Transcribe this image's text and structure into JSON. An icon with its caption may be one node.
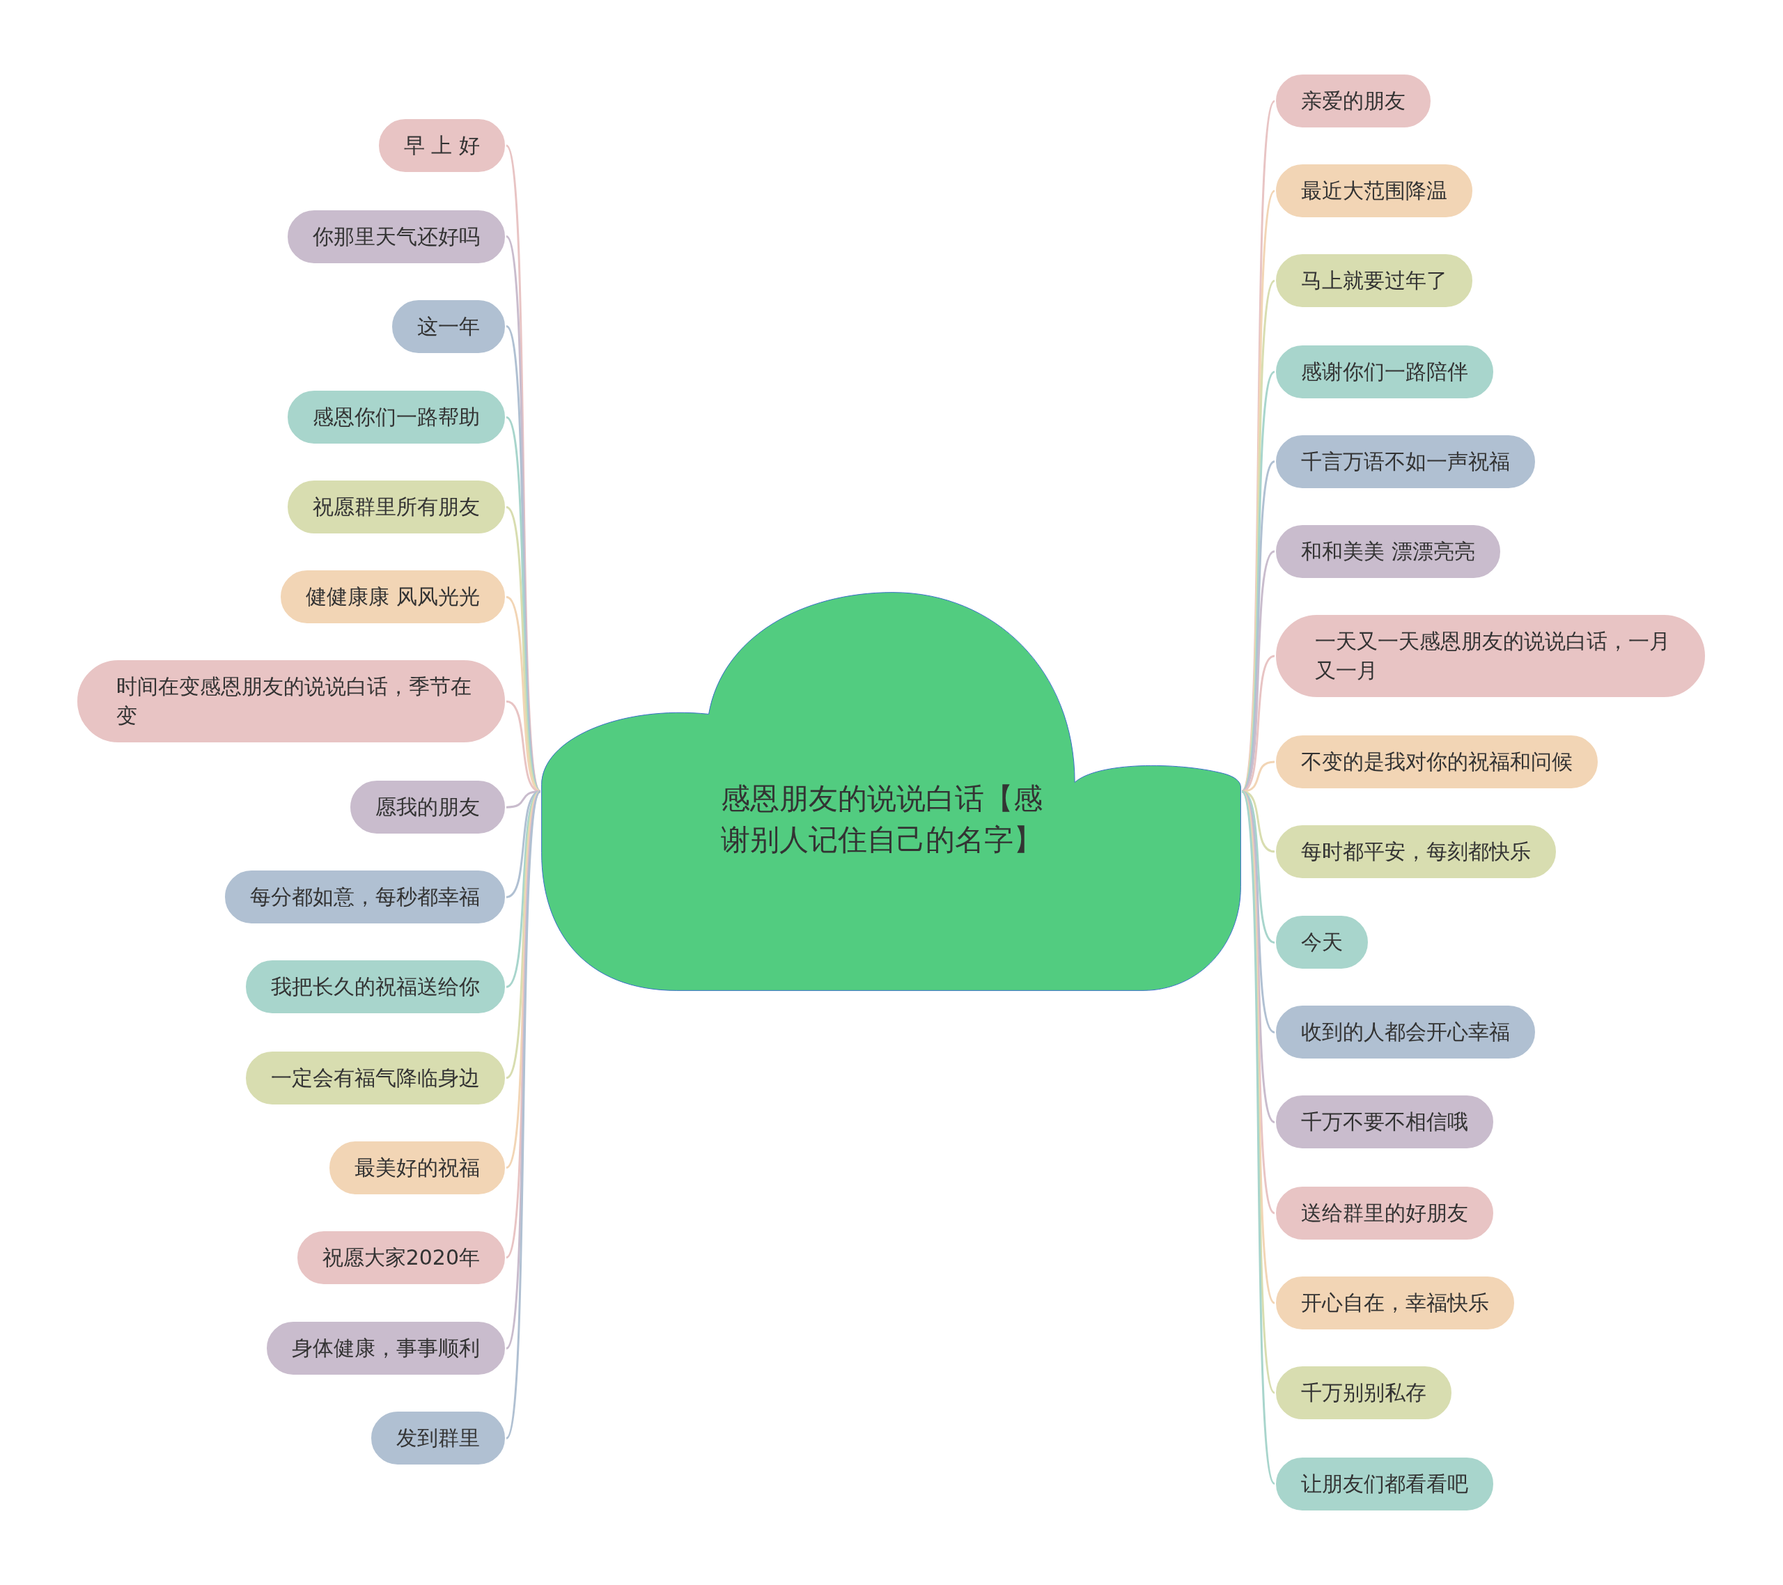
{
  "diagram": {
    "nodes": [
      {
        "text": [
          "感恩朋友的说说白话【感谢别人记住自己的名字】"
        ]
      },
      {
        "text": [
          "早 上 好"
        ]
      },
      {
        "text": [
          "你那里天气还好吗"
        ]
      },
      {
        "text": [
          "这一年"
        ]
      },
      {
        "text": [
          "感恩你们一路帮助"
        ]
      },
      {
        "text": [
          "祝愿群里所有朋友"
        ]
      },
      {
        "text": [
          "健健康康 风风光光"
        ]
      },
      {
        "text": [
          "时间在变感恩朋友的说说白话，季节在变"
        ]
      },
      {
        "text": [
          "愿我的朋友"
        ]
      },
      {
        "text": [
          "每分都如意，每秒都幸福"
        ]
      },
      {
        "text": [
          "我把长久的祝福送给你"
        ]
      },
      {
        "text": [
          "一定会有福气降临身边"
        ]
      },
      {
        "text": [
          "最美好的祝福"
        ]
      },
      {
        "text": [
          "祝愿大家2020年"
        ]
      },
      {
        "text": [
          "身体健康，事事顺利"
        ]
      },
      {
        "text": [
          "发到群里"
        ]
      },
      {
        "text": [
          "亲爱的朋友"
        ]
      },
      {
        "text": [
          "最近大范围降温"
        ]
      },
      {
        "text": [
          "马上就要过年了"
        ]
      },
      {
        "text": [
          "感谢你们一路陪伴"
        ]
      },
      {
        "text": [
          "千言万语不如一声祝福"
        ]
      },
      {
        "text": [
          "和和美美 漂漂亮亮"
        ]
      },
      {
        "text": [
          "一天又一天感恩朋友的说说白话，一月又一月"
        ]
      },
      {
        "text": [
          "不变的是我对你的祝福和问候"
        ]
      },
      {
        "text": [
          "每时都平安，每刻都快乐"
        ]
      },
      {
        "text": [
          "今天"
        ]
      },
      {
        "text": [
          "收到的人都会开心幸福"
        ]
      },
      {
        "text": [
          "千万不要不相信哦"
        ]
      },
      {
        "text": [
          "送给群里的好朋友"
        ]
      },
      {
        "text": [
          "开心自在，幸福快乐"
        ]
      },
      {
        "text": [
          "千万别别私存"
        ]
      },
      {
        "text": [
          "让朋友们都看看吧"
        ]
      }
    ],
    "edges": [
      {
        "from": 0,
        "to": 1,
        "arrow": "none",
        "color": "#e8c4c4"
      },
      {
        "from": 0,
        "to": 2,
        "arrow": "none",
        "color": "#c9bccd"
      },
      {
        "from": 0,
        "to": 3,
        "arrow": "none",
        "color": "#b0c0d2"
      },
      {
        "from": 0,
        "to": 4,
        "arrow": "none",
        "color": "#a8d5cc"
      },
      {
        "from": 0,
        "to": 5,
        "arrow": "none",
        "color": "#d8ddb0"
      },
      {
        "from": 0,
        "to": 6,
        "arrow": "none",
        "color": "#f2d5b5"
      },
      {
        "from": 0,
        "to": 7,
        "arrow": "none",
        "color": "#e8c4c4"
      },
      {
        "from": 0,
        "to": 8,
        "arrow": "none",
        "color": "#c9bccd"
      },
      {
        "from": 0,
        "to": 9,
        "arrow": "none",
        "color": "#b0c0d2"
      },
      {
        "from": 0,
        "to": 10,
        "arrow": "none",
        "color": "#a8d5cc"
      },
      {
        "from": 0,
        "to": 11,
        "arrow": "none",
        "color": "#d8ddb0"
      },
      {
        "from": 0,
        "to": 12,
        "arrow": "none",
        "color": "#f2d5b5"
      },
      {
        "from": 0,
        "to": 13,
        "arrow": "none",
        "color": "#e8c4c4"
      },
      {
        "from": 0,
        "to": 14,
        "arrow": "none",
        "color": "#c9bccd"
      },
      {
        "from": 0,
        "to": 15,
        "arrow": "none",
        "color": "#b0c0d2"
      },
      {
        "from": 0,
        "to": 16,
        "arrow": "none",
        "color": "#e8c4c4"
      },
      {
        "from": 0,
        "to": 17,
        "arrow": "none",
        "color": "#f2d5b5"
      },
      {
        "from": 0,
        "to": 18,
        "arrow": "none",
        "color": "#d8ddb0"
      },
      {
        "from": 0,
        "to": 19,
        "arrow": "none",
        "color": "#a8d5cc"
      },
      {
        "from": 0,
        "to": 20,
        "arrow": "none",
        "color": "#b0c0d2"
      },
      {
        "from": 0,
        "to": 21,
        "arrow": "none",
        "color": "#c9bccd"
      },
      {
        "from": 0,
        "to": 22,
        "arrow": "none",
        "color": "#e8c4c4"
      },
      {
        "from": 0,
        "to": 23,
        "arrow": "none",
        "color": "#f2d5b5"
      },
      {
        "from": 0,
        "to": 24,
        "arrow": "none",
        "color": "#d8ddb0"
      },
      {
        "from": 0,
        "to": 25,
        "arrow": "none",
        "color": "#a8d5cc"
      },
      {
        "from": 0,
        "to": 26,
        "arrow": "none",
        "color": "#b0c0d2"
      },
      {
        "from": 0,
        "to": 27,
        "arrow": "none",
        "color": "#c9bccd"
      },
      {
        "from": 0,
        "to": 28,
        "arrow": "none",
        "color": "#e8c4c4"
      },
      {
        "from": 0,
        "to": 29,
        "arrow": "none",
        "color": "#f2d5b5"
      },
      {
        "from": 0,
        "to": 30,
        "arrow": "none",
        "color": "#d8ddb0"
      },
      {
        "from": 0,
        "to": 31,
        "arrow": "none",
        "color": "#a8d5cc"
      }
    ]
  }
}
